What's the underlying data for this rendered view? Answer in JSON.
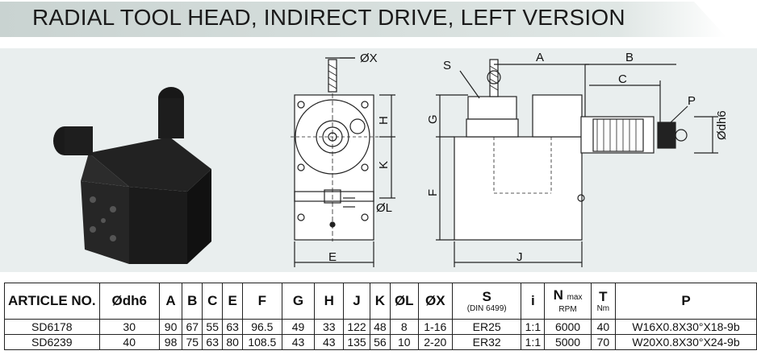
{
  "title": "RADIAL TOOL HEAD, INDIRECT DRIVE, LEFT VERSION",
  "drawing_labels": {
    "ox": "ØX",
    "h": "H",
    "k": "K",
    "ol": "ØL",
    "e": "E",
    "s": "S",
    "a": "A",
    "b": "B",
    "c": "C",
    "g": "G",
    "f": "F",
    "j": "J",
    "p": "P",
    "odh6": "Ødh6"
  },
  "table": {
    "headers": {
      "article": "ARTICLE NO.",
      "odh6": "Ødh6",
      "a": "A",
      "b": "B",
      "c": "C",
      "e": "E",
      "f": "F",
      "g": "G",
      "h": "H",
      "j": "J",
      "k": "K",
      "ol": "ØL",
      "ox": "ØX",
      "s": "S",
      "s_sub": "(DIN 6499)",
      "i": "i",
      "n": "N",
      "n_sup": "max",
      "n_sub": "RPM",
      "t": "T",
      "t_sub": "Nm",
      "p": "P"
    },
    "rows": [
      {
        "article": "SD6178",
        "odh6": "30",
        "a": "90",
        "b": "67",
        "c": "55",
        "e": "63",
        "f": "96.5",
        "g": "49",
        "h": "33",
        "j": "122",
        "k": "48",
        "ol": "8",
        "ox": "1-16",
        "s": "ER25",
        "i": "1:1",
        "n": "6000",
        "t": "40",
        "p": "W16X0.8X30°X18-9b"
      },
      {
        "article": "SD6239",
        "odh6": "40",
        "a": "98",
        "b": "75",
        "c": "63",
        "e": "80",
        "f": "108.5",
        "g": "43",
        "h": "43",
        "j": "135",
        "k": "56",
        "ol": "10",
        "ox": "2-20",
        "s": "ER32",
        "i": "1:1",
        "n": "5000",
        "t": "70",
        "p": "W20X0.8X30°X24-9b"
      }
    ]
  }
}
